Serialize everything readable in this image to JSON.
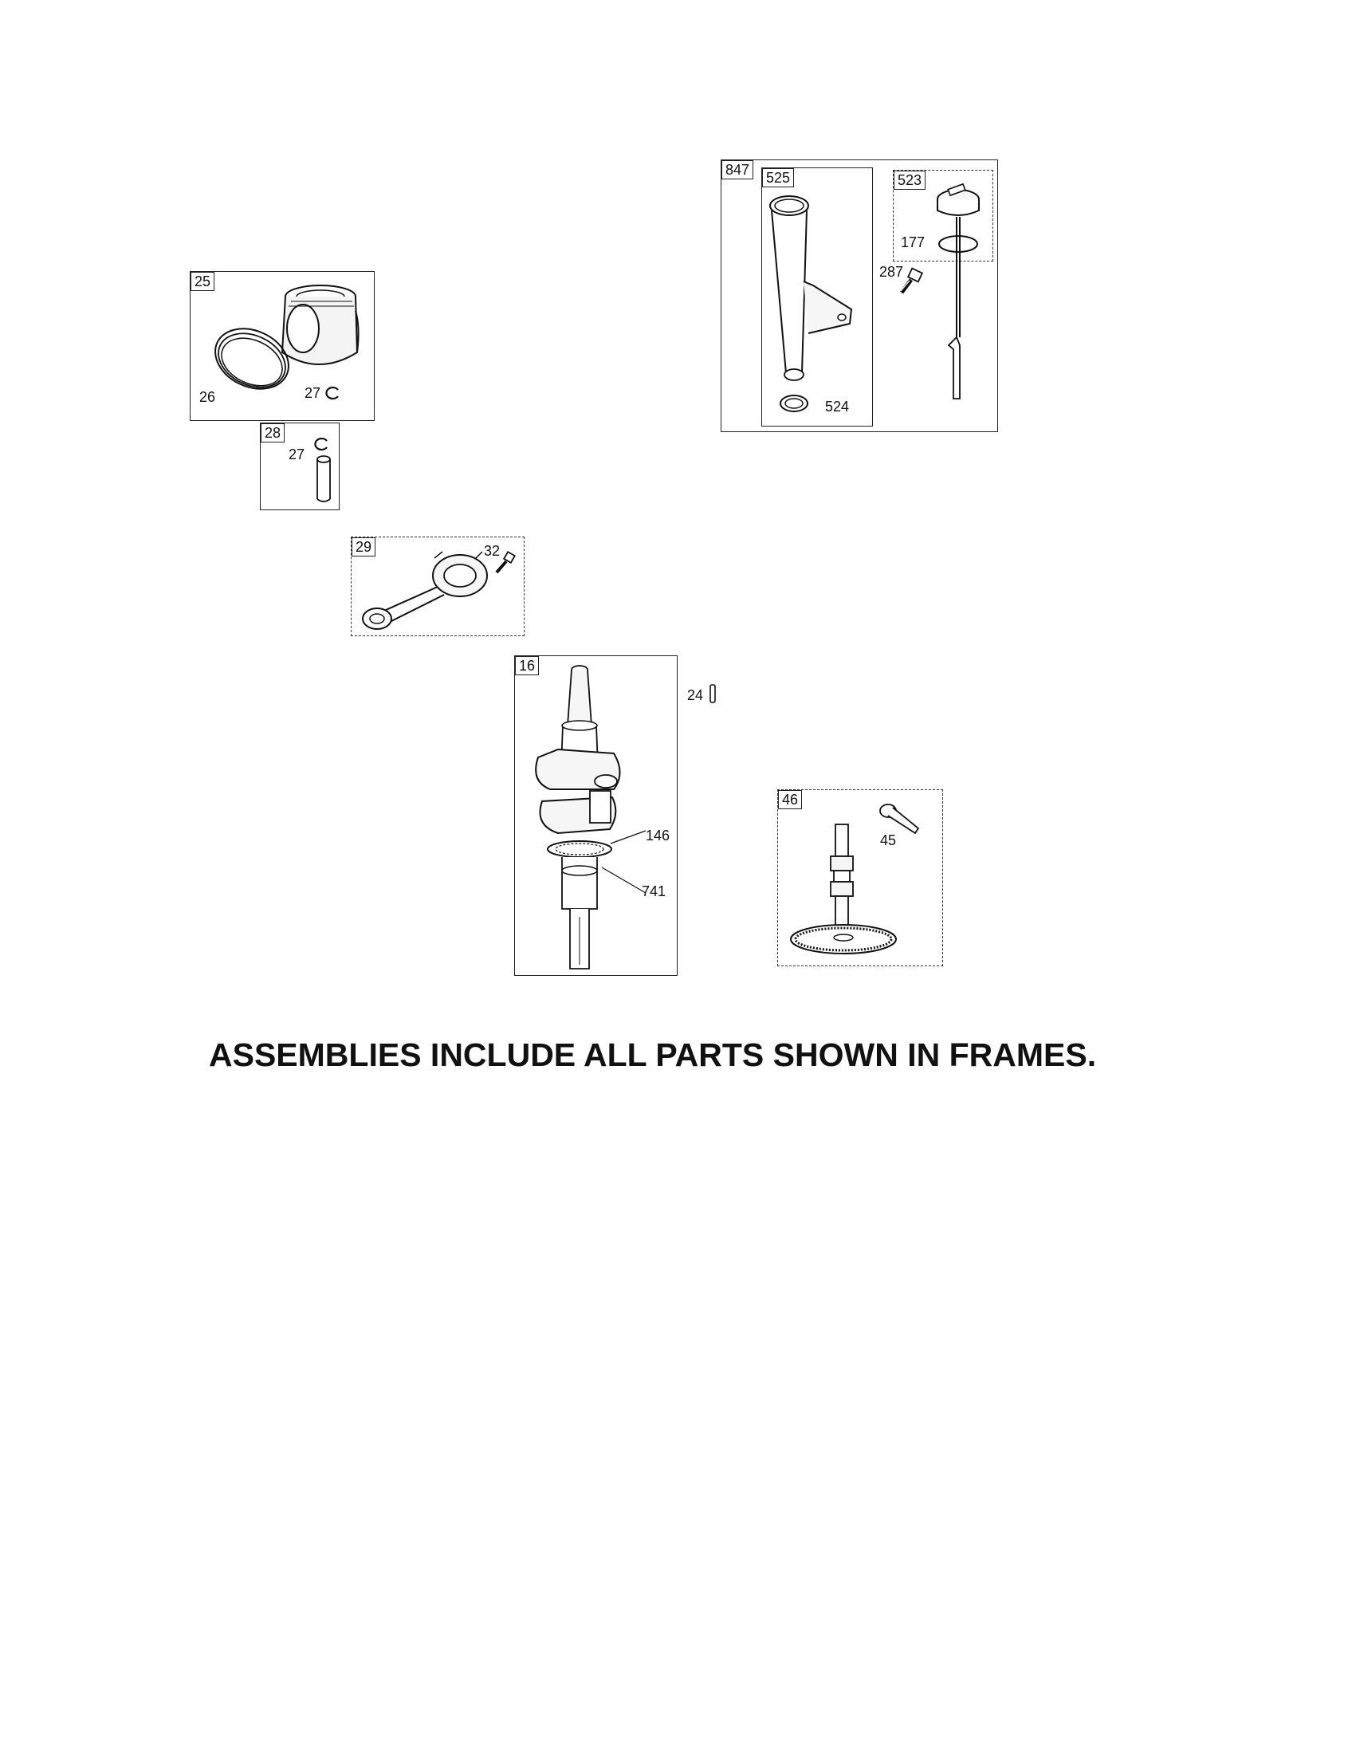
{
  "frames": {
    "piston": {
      "id": "25",
      "callouts": {
        "rings": "26",
        "lock": "27"
      }
    },
    "pin": {
      "id": "28",
      "callouts": {
        "lock": "27"
      }
    },
    "rod": {
      "id": "29",
      "callouts": {
        "screw": "32"
      }
    },
    "dipstick_outer": {
      "id": "847"
    },
    "dipstick_tube": {
      "id": "525",
      "callouts": {
        "seal": "524"
      }
    },
    "dipstick": {
      "id": "523",
      "callouts": {
        "oring": "177"
      }
    },
    "crankshaft": {
      "id": "16",
      "callouts": {
        "gear": "146",
        "key": "741"
      }
    },
    "camshaft": {
      "id": "46",
      "callouts": {
        "lifter": "45"
      }
    }
  },
  "loose_parts": {
    "screw_287": "287",
    "key_24": "24"
  },
  "caption": "ASSEMBLIES INCLUDE ALL PARTS SHOWN IN FRAMES."
}
